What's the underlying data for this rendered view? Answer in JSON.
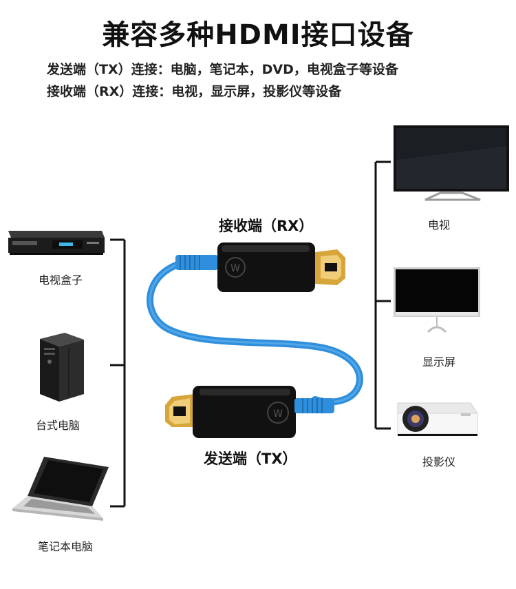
{
  "title": "兼容多种HDMI接口设备",
  "descriptions": {
    "tx_line": "发送端（TX）连接：电脑，笔记本，DVD，电视盒子等设备",
    "rx_line": "接收端（RX）连接：电视，显示屏，投影仪等设备"
  },
  "left_devices": [
    {
      "label": "电视盒子",
      "icon": "set-top-box-icon"
    },
    {
      "label": "台式电脑",
      "icon": "desktop-pc-icon"
    },
    {
      "label": "笔记本电脑",
      "icon": "laptop-icon"
    }
  ],
  "right_devices": [
    {
      "label": "电视",
      "icon": "tv-icon"
    },
    {
      "label": "显示屏",
      "icon": "monitor-icon"
    },
    {
      "label": "投影仪",
      "icon": "projector-icon"
    }
  ],
  "modules": {
    "rx_label": "接收端（RX）",
    "tx_label": "发送端（TX）"
  },
  "colors": {
    "cable": "#2f8fdc",
    "bracket": "#111111",
    "module_body": "#111111",
    "hdmi_plug": "#d7a63a"
  }
}
